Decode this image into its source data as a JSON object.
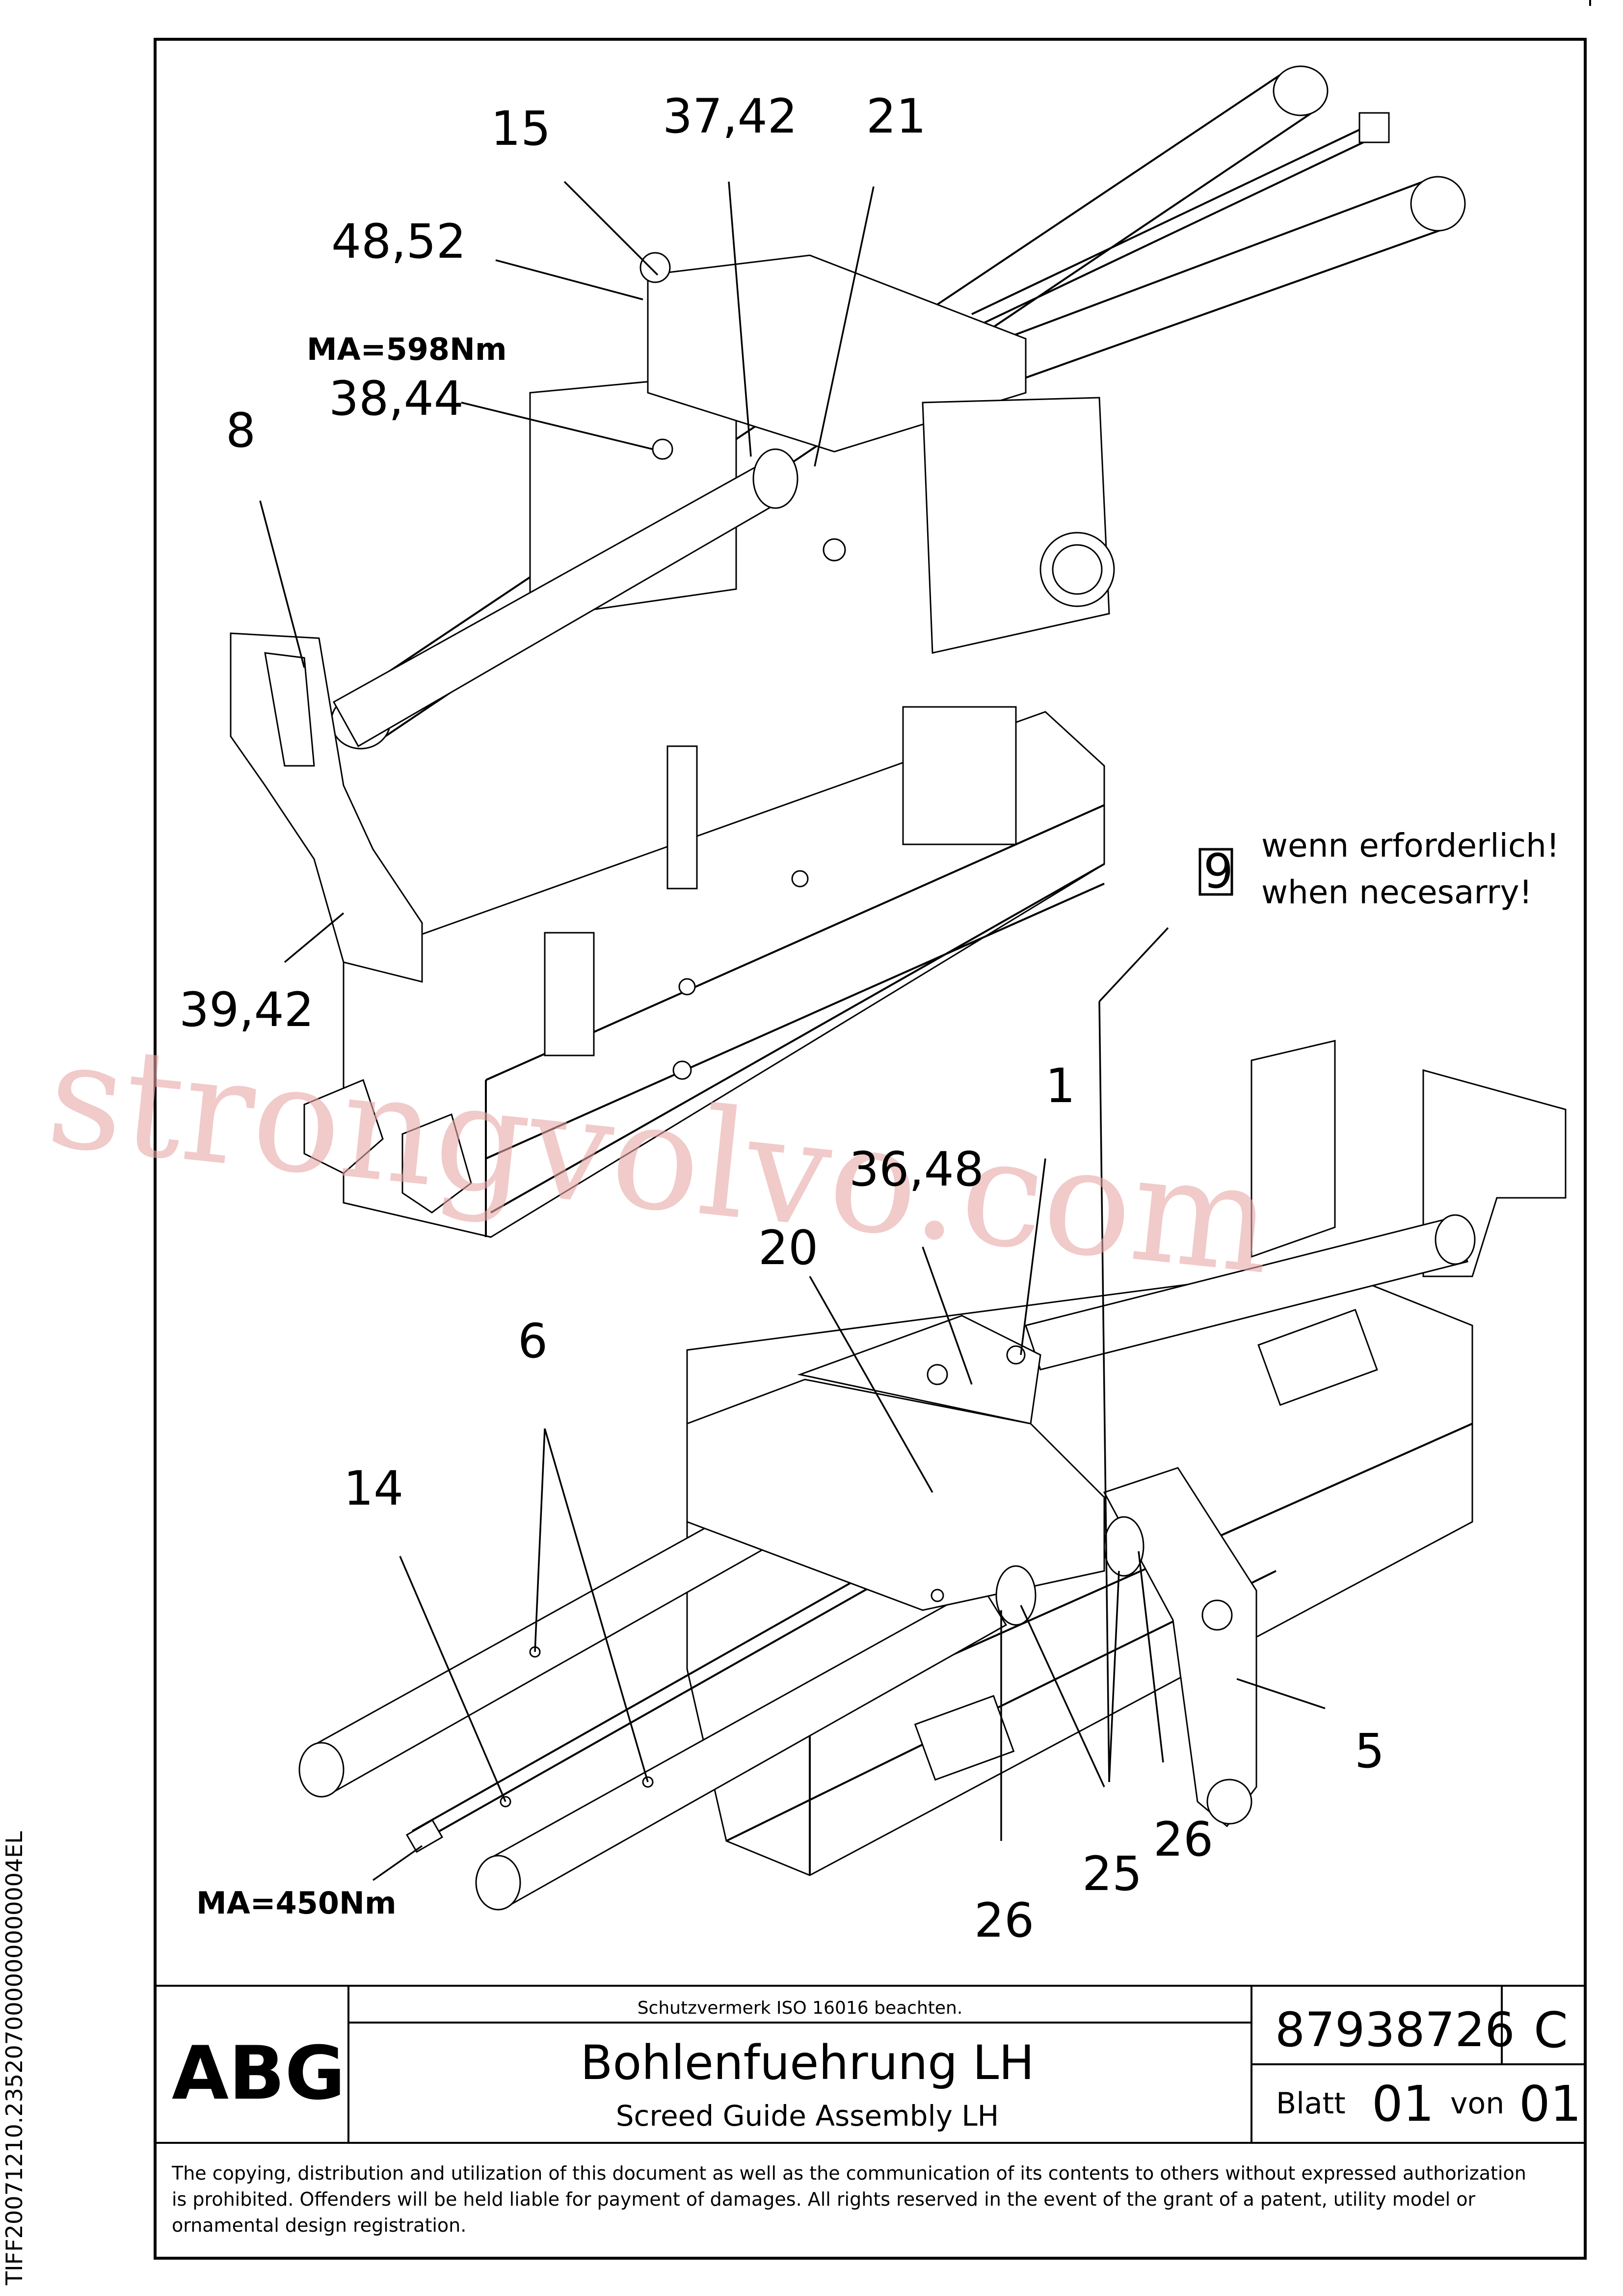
{
  "callouts": {
    "c15": "15",
    "c3742": "37,42",
    "c21": "21",
    "c4852": "48,52",
    "c3844": "38,44",
    "c8": "8",
    "c3942": "39,42",
    "c1": "1",
    "c3648": "36,48",
    "c20": "20",
    "c6": "6",
    "c14": "14",
    "c5": "5",
    "c26a": "26",
    "c25": "25",
    "c26b": "26"
  },
  "torque": {
    "upper": "MA=598Nm",
    "lower": "MA=450Nm"
  },
  "note": {
    "badge": "9",
    "line1": "wenn erforderlich!",
    "line2": "when necesarry!"
  },
  "side_code": "TIFF20071210.235207000000000004EL",
  "watermark": "strongvolvo.com",
  "title_block": {
    "logo": "ABG",
    "protection_note": "Schutzvermerk ISO 16016 beachten.",
    "title_de": "Bohlenfuehrung LH",
    "title_en": "Screed Guide Assembly LH",
    "part_number": "87938726",
    "revision": "C",
    "sheet_label": "Blatt",
    "sheet_value": "01",
    "of_label": "von",
    "of_value": "01"
  },
  "copyright": {
    "line1": "The copying, distribution and utilization of this document as well as the communication of its contents to others without expressed authorization",
    "line2": "is prohibited. Offenders will be held liable for payment of damages. All rights reserved in the event of the grant of a patent, utility model or",
    "line3": "ornamental design registration."
  }
}
